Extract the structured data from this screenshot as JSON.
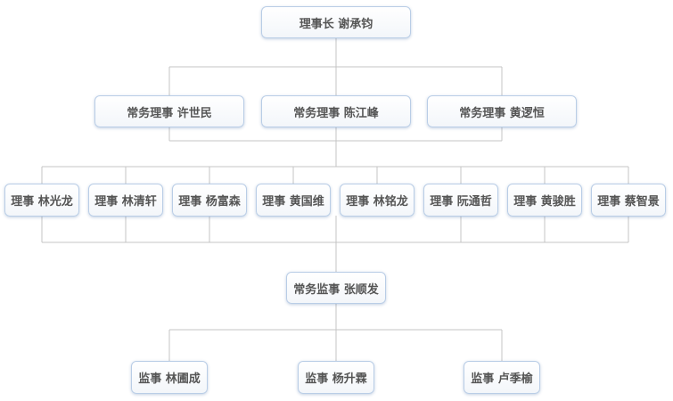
{
  "chairman": {
    "label": "理事长 谢承钧"
  },
  "executive_directors": [
    {
      "label": "常务理事 许世民"
    },
    {
      "label": "常务理事 陈江峰"
    },
    {
      "label": "常务理事 黄逻恒"
    }
  ],
  "directors": [
    {
      "label": "理事 林光龙"
    },
    {
      "label": "理事 林清轩"
    },
    {
      "label": "理事 杨富森"
    },
    {
      "label": "理事 黄国维"
    },
    {
      "label": "理事 林铭龙"
    },
    {
      "label": "理事 阮通哲"
    },
    {
      "label": "理事 黄骏胜"
    },
    {
      "label": "理事 蔡智景"
    }
  ],
  "executive_supervisor": {
    "label": "常务监事 张顺发"
  },
  "supervisors": [
    {
      "label": "监事 林圃成"
    },
    {
      "label": "监事 杨升霖"
    },
    {
      "label": "监事 卢季榆"
    }
  ],
  "colors": {
    "border": "#b9cde6",
    "line": "#c4c4c4",
    "text": "#555555"
  }
}
